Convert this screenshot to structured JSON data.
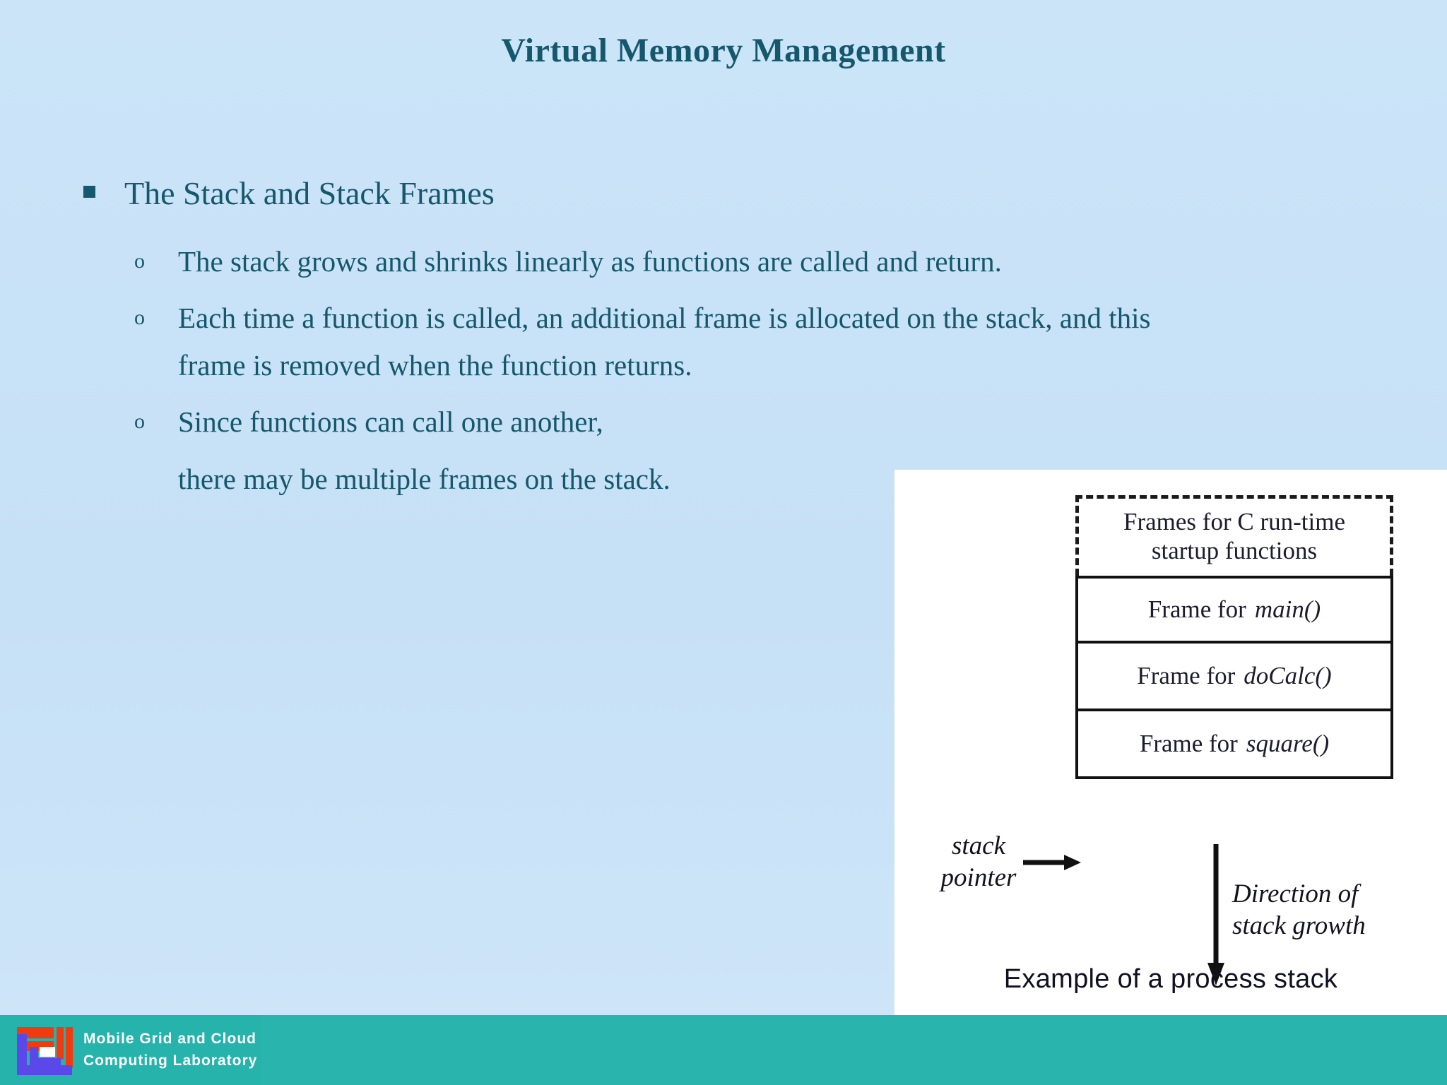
{
  "slide": {
    "title": "Virtual Memory Management",
    "background_color": "#c9e3f7",
    "text_color": "#15576b"
  },
  "content": {
    "main_bullet": "The Stack and Stack Frames",
    "sub_bullets": [
      "The stack grows and shrinks linearly as functions are called and return.",
      "Each time a function is called, an additional frame is allocated on the stack, and this frame is removed when the function returns.",
      "Since functions can call one another,"
    ],
    "sub_bullet_3_continuation": "there may be multiple frames on the stack."
  },
  "figure": {
    "dashed_box_line1": "Frames for C run-time",
    "dashed_box_line2": "startup functions",
    "frames": [
      {
        "label": "Frame for",
        "fn": "main()"
      },
      {
        "label": "Frame for",
        "fn": "doCalc()"
      },
      {
        "label": "Frame for",
        "fn": "square()"
      }
    ],
    "stack_pointer_line1": "stack",
    "stack_pointer_line2": "pointer",
    "growth_line1": "Direction of",
    "growth_line2": "stack growth",
    "caption": "Example of a process stack"
  },
  "footer": {
    "line1": "Mobile Grid and Cloud",
    "line2": "Computing Laboratory",
    "bar_color": "#29b5ae",
    "logo_red": "#f03a10",
    "logo_blue": "#5a49e8"
  }
}
